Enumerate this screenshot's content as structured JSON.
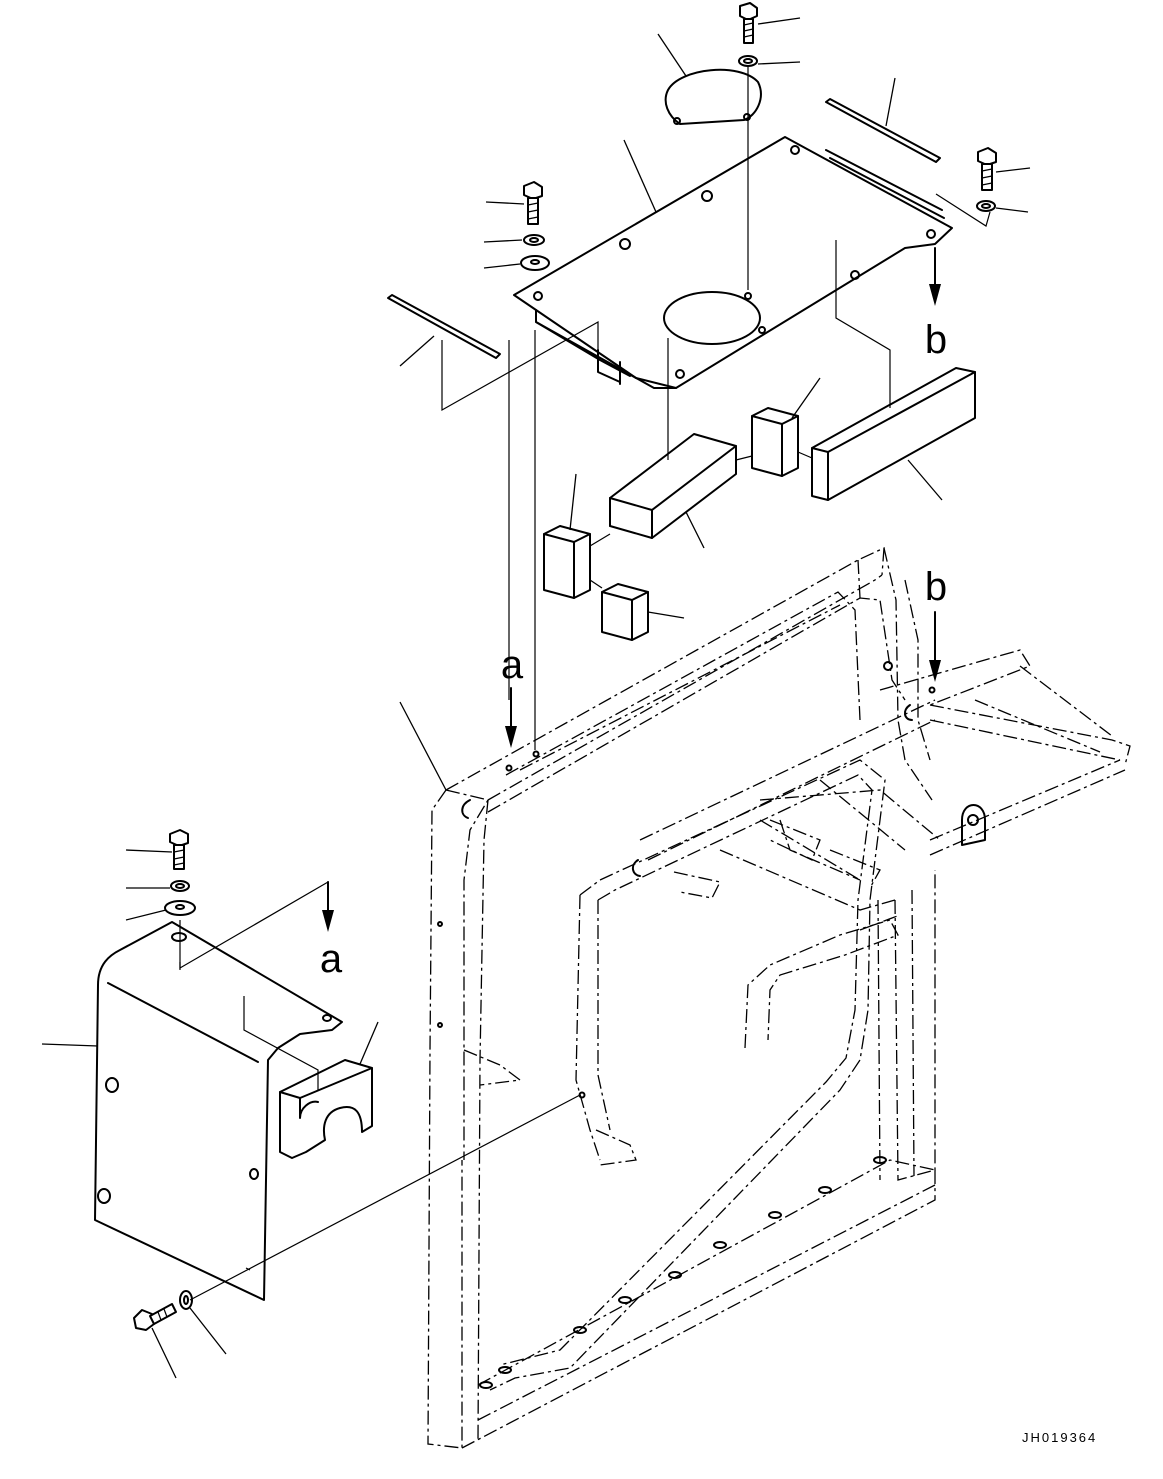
{
  "drawing": {
    "ref_a": "a",
    "ref_b": "b",
    "drawing_code": "JH019364"
  }
}
